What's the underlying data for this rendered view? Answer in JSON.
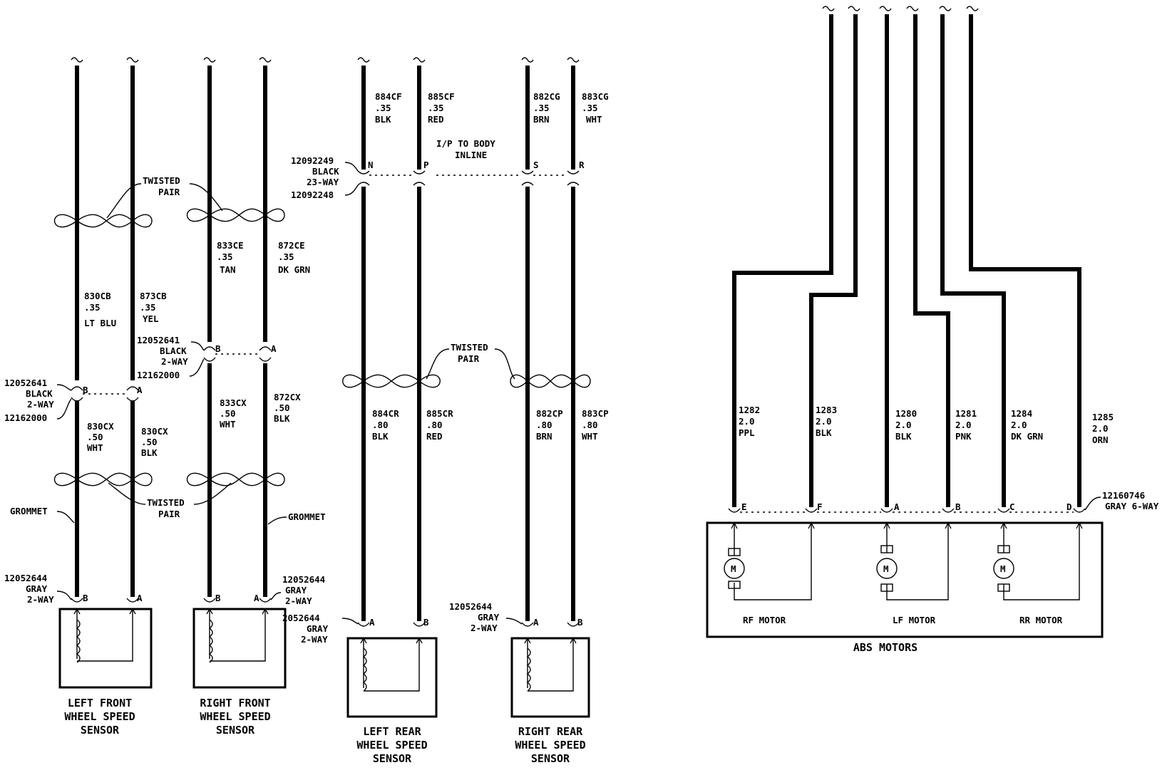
{
  "wires": {
    "lf_white": [
      "830CB",
      ".35",
      "LT BLU"
    ],
    "lf_black": [
      "873CB",
      ".35",
      "YEL"
    ],
    "rf_white": [
      "833CE",
      ".35",
      "TAN"
    ],
    "rf_black": [
      "872CE",
      ".35",
      "DK GRN"
    ],
    "lf_low_white": [
      "830CX",
      ".50",
      "WHT"
    ],
    "lf_low_black": [
      "830CX",
      ".50",
      "BLK"
    ],
    "rf_low_white": [
      "833CX",
      ".50",
      "WHT"
    ],
    "rf_low_black": [
      "872CX",
      ".50",
      "BLK"
    ],
    "lr_top_1": [
      "884CF",
      ".35",
      "BLK"
    ],
    "lr_top_2": [
      "885CF",
      ".35",
      "RED"
    ],
    "rr_top_1": [
      "882CG",
      ".35",
      "BRN"
    ],
    "rr_top_2": [
      "883CG",
      ".35",
      "WHT"
    ],
    "lr_low_1": [
      "884CR",
      ".80",
      "BLK"
    ],
    "lr_low_2": [
      "885CR",
      ".80",
      "RED"
    ],
    "rr_low_1": [
      "882CP",
      ".80",
      "BRN"
    ],
    "rr_low_2": [
      "883CP",
      ".80",
      "WHT"
    ],
    "abs_1": [
      "1282",
      "2.0",
      "PPL"
    ],
    "abs_2": [
      "1283",
      "2.0",
      "BLK"
    ],
    "abs_3": [
      "1280",
      "2.0",
      "BLK"
    ],
    "abs_4": [
      "1281",
      "2.0",
      "PNK"
    ],
    "abs_5": [
      "1284",
      "2.0",
      "DK GRN"
    ],
    "abs_6": [
      "1285",
      "2.0",
      "ORN"
    ]
  },
  "connectors": {
    "front_inline_right": [
      "12052641",
      "BLACK",
      "2-WAY",
      "12162000"
    ],
    "front_inline_left": [
      "12052641",
      "BLACK",
      "2-WAY",
      "12162000"
    ],
    "front_sensor_left": [
      "12052644",
      "GRAY",
      "2-WAY"
    ],
    "front_sensor_right": [
      "12052644",
      "GRAY",
      "2-WAY"
    ],
    "rear_sensor_left": [
      "2052644",
      "GRAY",
      "2-WAY"
    ],
    "rear_sensor_right": [
      "12052644",
      "GRAY",
      "2-WAY"
    ],
    "body_inline": [
      "12092249",
      "BLACK",
      "23-WAY",
      "12092248"
    ],
    "abs_motor": [
      "12160746",
      "GRAY 6-WAY"
    ]
  },
  "pins": {
    "lf_inline": [
      "B",
      "A"
    ],
    "rf_inline": [
      "B",
      "A"
    ],
    "lf_sensor": [
      "B",
      "A"
    ],
    "rf_sensor": [
      "B",
      "A"
    ],
    "body": [
      "N",
      "P",
      "S",
      "R"
    ],
    "lr_sensor": [
      "A",
      "B"
    ],
    "rr_sensor": [
      "A",
      "B"
    ],
    "abs": [
      "E",
      "F",
      "A",
      "B",
      "C",
      "D"
    ]
  },
  "notes": {
    "twisted_pair": [
      "TWISTED",
      "PAIR"
    ],
    "grommet": "GROMMET",
    "ip_to_body": [
      "I/P TO BODY",
      "INLINE"
    ]
  },
  "captions": {
    "left_front": [
      "LEFT FRONT",
      "WHEEL SPEED",
      "SENSOR"
    ],
    "right_front": [
      "RIGHT FRONT",
      "WHEEL SPEED",
      "SENSOR"
    ],
    "left_rear": [
      "LEFT REAR",
      "WHEEL SPEED",
      "SENSOR"
    ],
    "right_rear": [
      "RIGHT REAR",
      "WHEEL SPEED",
      "SENSOR"
    ],
    "motors": [
      "RF MOTOR",
      "LF MOTOR",
      "RR MOTOR"
    ],
    "abs_motors": "ABS MOTORS",
    "motor_symbol": "M"
  }
}
